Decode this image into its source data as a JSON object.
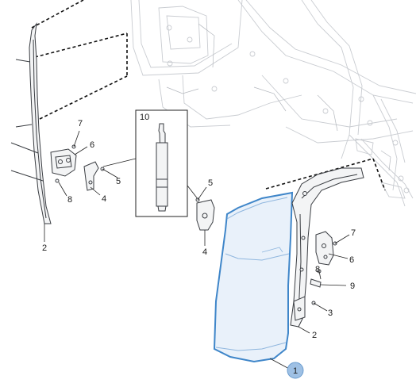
{
  "callouts": {
    "c1": "1",
    "c2_left": "2",
    "c2_right": "2",
    "c3": "3",
    "c4_left": "4",
    "c4_mid": "4",
    "c5_left": "5",
    "c5_mid": "5",
    "c6_left": "6",
    "c6_right": "6",
    "c7_left": "7",
    "c7_right": "7",
    "c8_left": "8",
    "c8_right": "8",
    "c9": "9",
    "c10": "10"
  },
  "colors": {
    "highlight_fill": "#cfe0f3",
    "highlight_stroke": "#3f86c9",
    "badge_fill": "#9ec0e4",
    "line": "#222222",
    "background_art": "#c9ccd1"
  }
}
